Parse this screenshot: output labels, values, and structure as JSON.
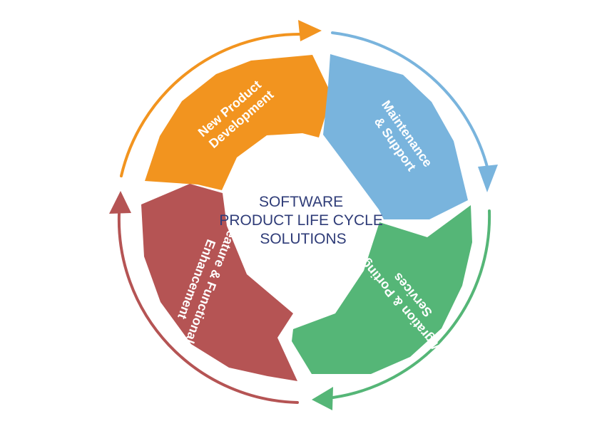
{
  "center": {
    "lines": [
      "SOFTWARE",
      "PRODUCT LIFE CYCLE",
      "SOLUTIONS"
    ],
    "color": "#2f3c78"
  },
  "segments": [
    {
      "key": "new-product-development",
      "lines": [
        "New Product",
        "Development"
      ],
      "color": "#f2941f"
    },
    {
      "key": "maintenance-support",
      "lines": [
        "Maintenance",
        "& Support"
      ],
      "color": "#79b4dd"
    },
    {
      "key": "migration-porting-services",
      "lines": [
        "Migration & Porting",
        "Services"
      ],
      "color": "#55b677"
    },
    {
      "key": "feature-functional-enhancement",
      "lines": [
        "Feature & Functional",
        "Enhancement"
      ],
      "color": "#b55454"
    }
  ],
  "cycle_arrows": [
    {
      "key": "orange",
      "color": "#f2941f"
    },
    {
      "key": "blue",
      "color": "#79b4dd"
    },
    {
      "key": "green",
      "color": "#55b677"
    },
    {
      "key": "red",
      "color": "#b55454"
    }
  ]
}
